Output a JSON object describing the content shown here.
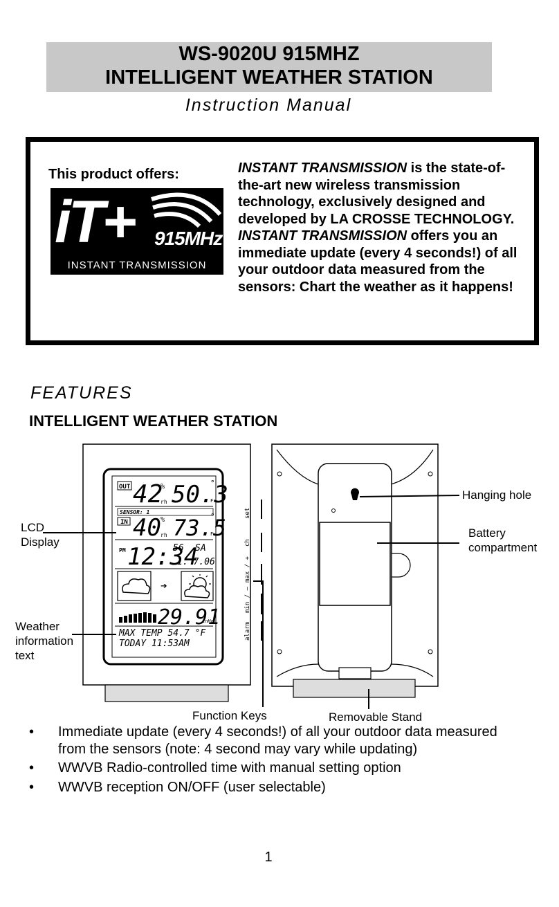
{
  "header": {
    "title_line1": "WS-9020U 915MHZ",
    "title_line2": "INTELLIGENT WEATHER STATION",
    "subtitle": "Instruction Manual"
  },
  "offer": {
    "label": "This product offers:",
    "logo_main": "iT+",
    "logo_freq": "915MHz",
    "logo_sub": "INSTANT TRANSMISSION",
    "text_em1": "INSTANT TRANSMISSION",
    "text_part1": " is the state-of-the-art new wireless transmission technology, exclusively designed and developed by LA CROSSE TECHNOLOGY. ",
    "text_em2": "INSTANT TRANSMISSION",
    "text_part2": " offers you an immediate update (every 4 seconds!) of all your outdoor data measured from the sensors: Chart the weather as it happens!"
  },
  "features_heading": "FEATURES",
  "section_heading": "INTELLIGENT WEATHER STATION",
  "figure": {
    "callouts": {
      "lcd": "LCD\nDisplay",
      "weather": "Weather\ninformation\ntext",
      "function_keys": "Function Keys",
      "removable_stand": "Removable Stand",
      "hanging_hole": "Hanging hole",
      "battery": "Battery\ncompartment"
    },
    "lcd": {
      "out_label": "OUT",
      "out_humidity": "42",
      "out_temp": "50.3",
      "sensor_label": "SENSOR: 1",
      "in_label": "IN",
      "in_humidity": "40",
      "in_temp": "73.5",
      "pm_label": "PM",
      "time": "12:34",
      "seconds": "56",
      "day": "SA",
      "date": "1. 7.06",
      "pressure": "29.91",
      "pressure_unit": "inHg",
      "info_line1": "MAX TEMP  54.7 °F",
      "info_line2": "TODAY  11:53AM",
      "unit_percent": "%",
      "unit_rh": "rh",
      "unit_deg": "°",
      "unit_f": "F"
    },
    "keys": [
      "set",
      "ch",
      "max / +",
      "min / –",
      "alarm"
    ]
  },
  "bullets": [
    "Immediate update (every 4 seconds!) of all your outdoor data measured from the sensors (note: 4 second may vary while updating)",
    "WWVB Radio-controlled time with manual setting option",
    "WWVB reception ON/OFF (user selectable)"
  ],
  "page_number": "1"
}
